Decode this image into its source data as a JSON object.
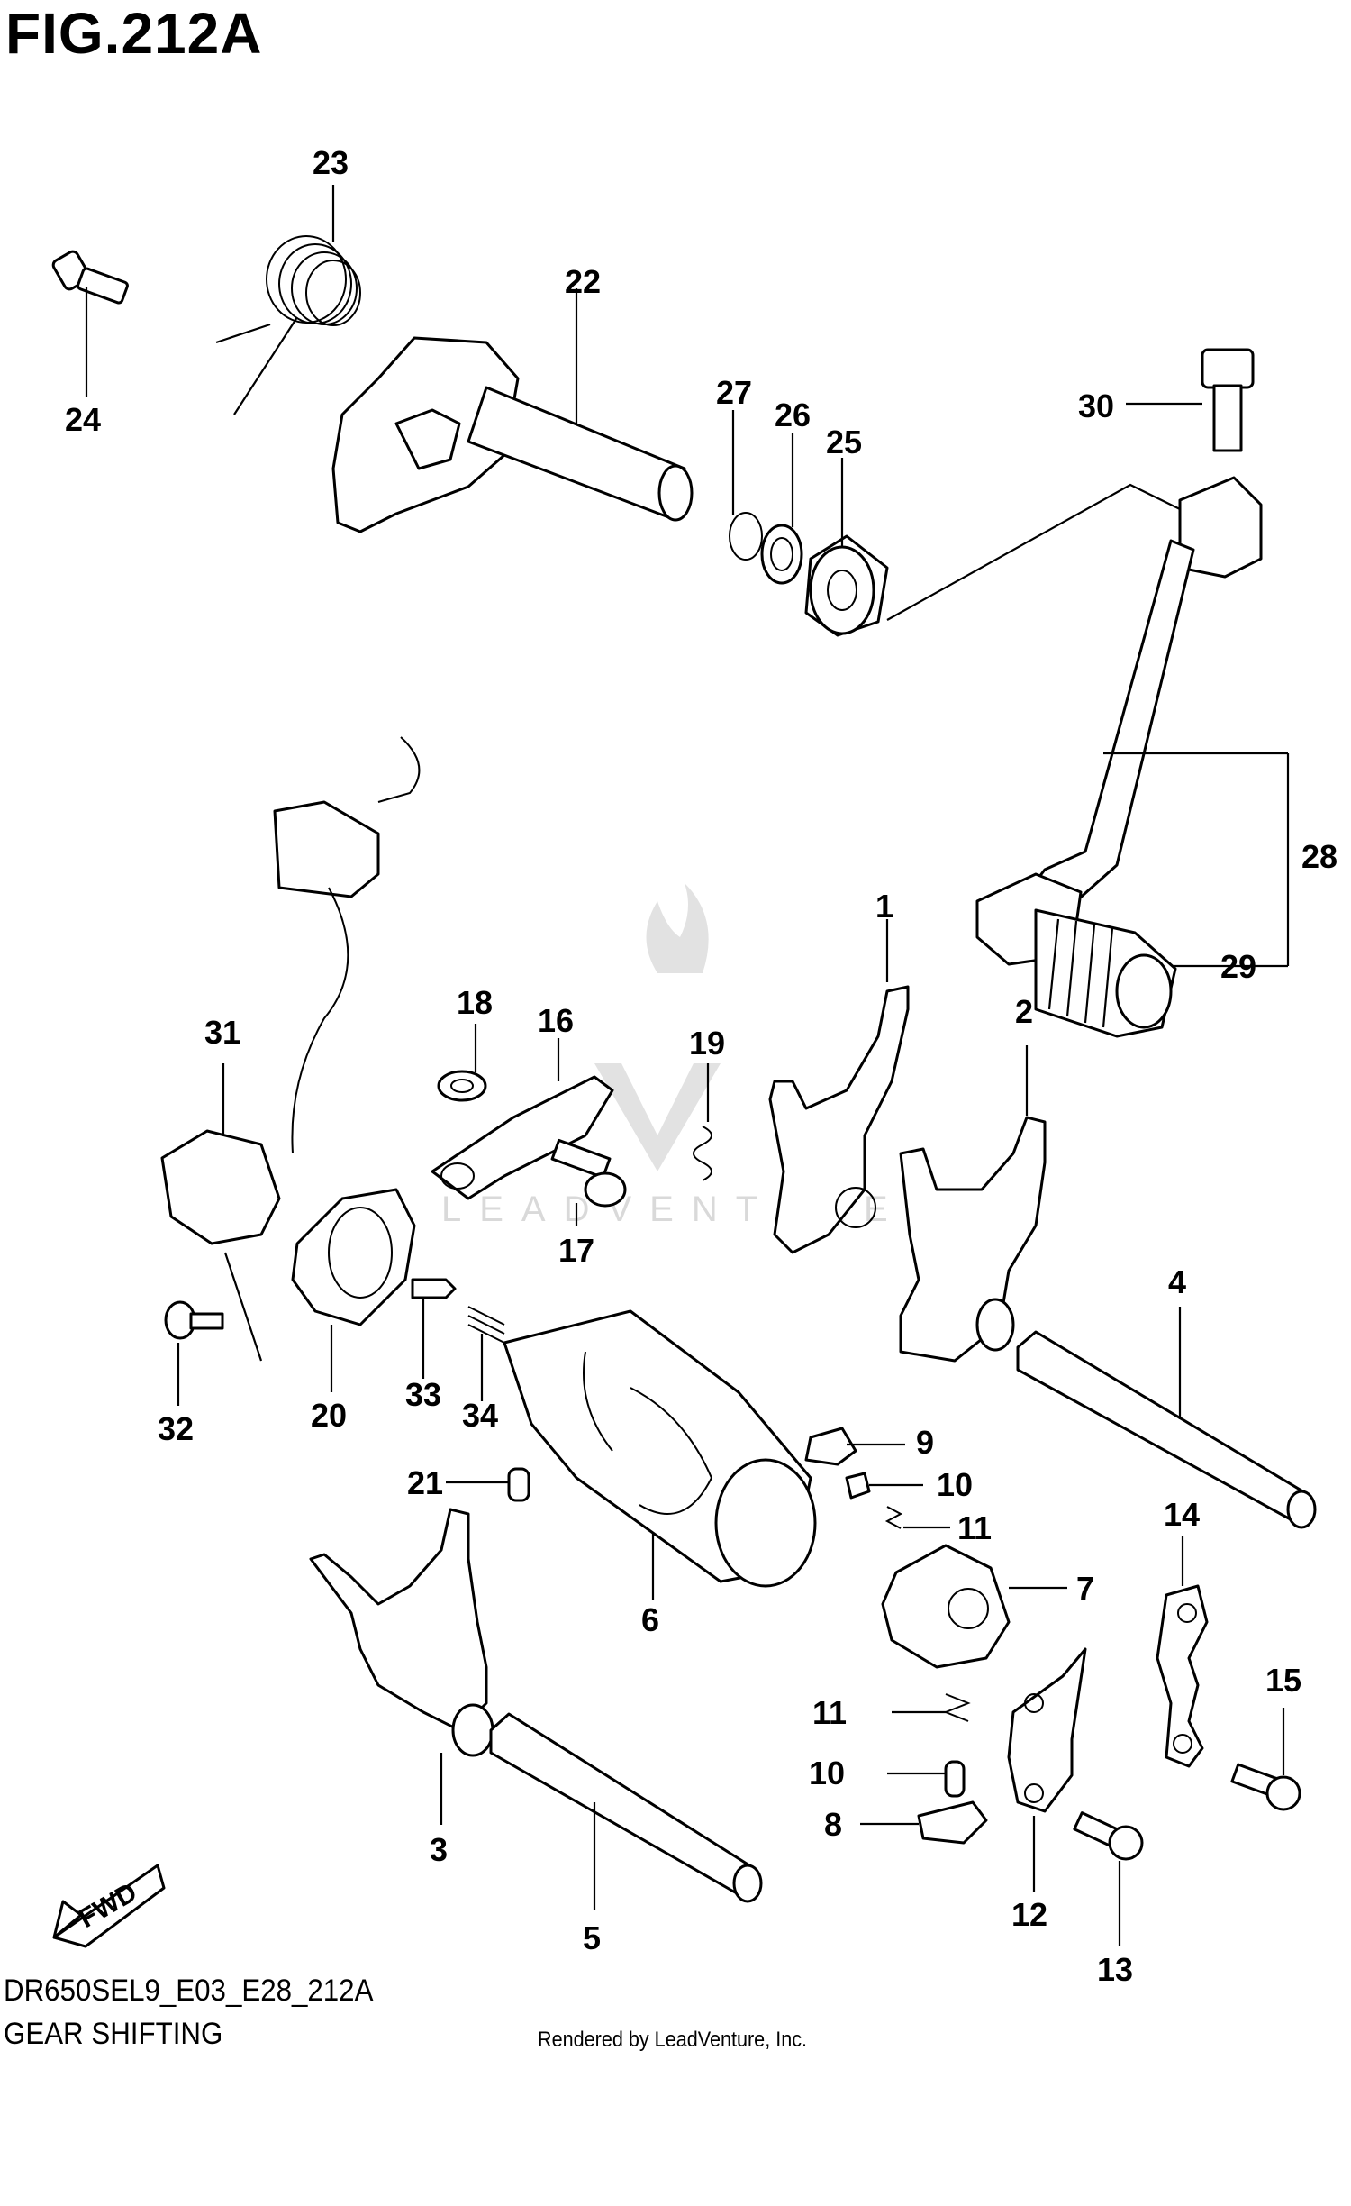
{
  "figure": {
    "title": "FIG.212A",
    "code": "DR650SEL9_E03_E28_212A",
    "name": "GEAR SHIFTING",
    "credit": "Rendered by LeadVenture, Inc.",
    "direction_badge": "FWD"
  },
  "watermark": {
    "text": "LEADVENTURE"
  },
  "callouts": [
    "1",
    "2",
    "3",
    "4",
    "5",
    "6",
    "7",
    "8",
    "9",
    "10",
    "10",
    "11",
    "11",
    "12",
    "13",
    "14",
    "15",
    "16",
    "17",
    "18",
    "19",
    "20",
    "21",
    "22",
    "23",
    "24",
    "25",
    "26",
    "27",
    "28",
    "29",
    "30",
    "31",
    "32",
    "33",
    "34"
  ]
}
